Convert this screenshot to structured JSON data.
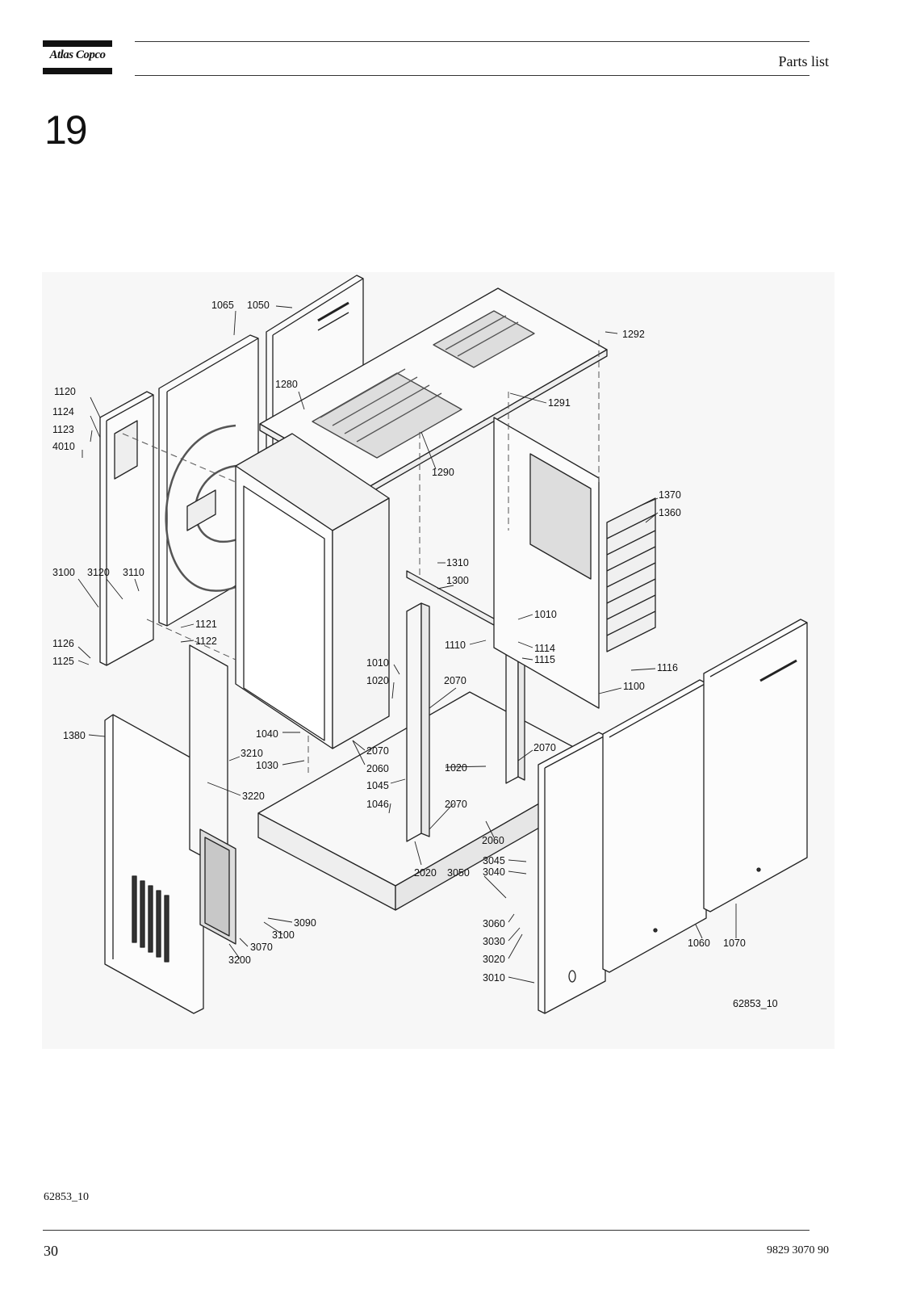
{
  "header": {
    "logo_text": "Atlas Copco",
    "title": "Parts list"
  },
  "section": {
    "number": "19"
  },
  "drawing": {
    "drawing_id": "62853_10",
    "callouts": {
      "c1065": "1065",
      "c1050": "1050",
      "c1292": "1292",
      "c1280": "1280",
      "c1291": "1291",
      "c1120": "1120",
      "c1124": "1124",
      "c1123": "1123",
      "c4010": "4010",
      "c1290": "1290",
      "c1370": "1370",
      "c1360": "1360",
      "c1310": "1310",
      "c3100a": "3100",
      "c3120": "3120",
      "c3110": "3110",
      "c1300": "1300",
      "c1010a": "1010",
      "c1121": "1121",
      "c1122": "1122",
      "c1110": "1110",
      "c1114": "1114",
      "c1115": "1115",
      "c1116": "1116",
      "c1126": "1126",
      "c1125": "1125",
      "c1010b": "1010",
      "c1020a": "1020",
      "c2070a": "2070",
      "c1100": "1100",
      "c1380": "1380",
      "c1040": "1040",
      "c2070b": "2070",
      "c2070c": "2070",
      "c3210": "3210",
      "c1030": "1030",
      "c2060a": "2060",
      "c1020b": "1020",
      "c1045": "1045",
      "c3220": "3220",
      "c1046": "1046",
      "c2070d": "2070",
      "c2060b": "2060",
      "c3045": "3045",
      "c3040": "3040",
      "c2020": "2020",
      "c3050": "3050",
      "c3090": "3090",
      "c3060": "3060",
      "c3100b": "3100",
      "c3070": "3070",
      "c3030": "3030",
      "c1060": "1060",
      "c1070": "1070",
      "c3200": "3200",
      "c3020": "3020",
      "c3010": "3010"
    }
  },
  "footer": {
    "figure_ref": "62853_10",
    "page_number": "30",
    "doc_number": "9829 3070 90"
  }
}
